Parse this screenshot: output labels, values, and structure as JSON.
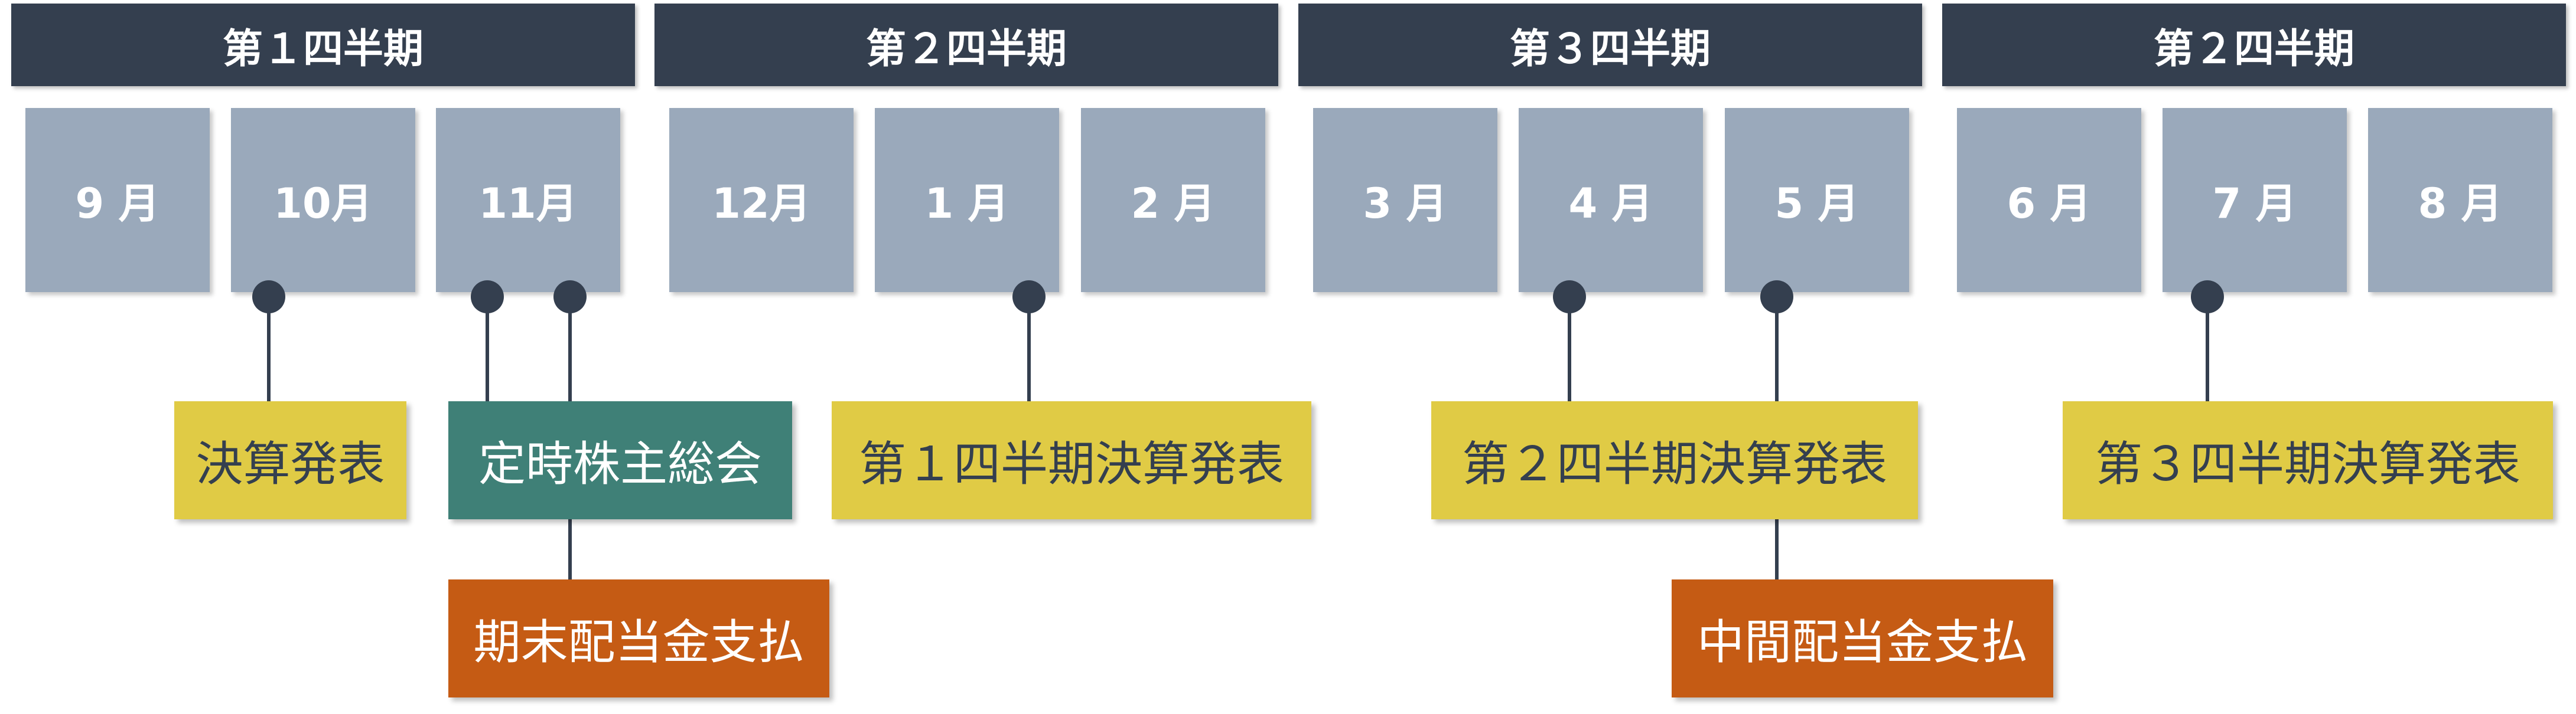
{
  "quarters": [
    {
      "label": "第１四半期"
    },
    {
      "label": "第２四半期"
    },
    {
      "label": "第３四半期"
    },
    {
      "label": "第２四半期"
    }
  ],
  "months": [
    {
      "label": "9 月"
    },
    {
      "label": "10月"
    },
    {
      "label": "11月"
    },
    {
      "label": "12月"
    },
    {
      "label": "1 月"
    },
    {
      "label": "2 月"
    },
    {
      "label": "3 月"
    },
    {
      "label": "4 月"
    },
    {
      "label": "5 月"
    },
    {
      "label": "6 月"
    },
    {
      "label": "7 月"
    },
    {
      "label": "8 月"
    }
  ],
  "events": [
    {
      "label": "決算発表"
    },
    {
      "label": "定時株主総会"
    },
    {
      "label": "期末配当金支払"
    },
    {
      "label": "第１四半期決算発表"
    },
    {
      "label": "第２四半期決算発表"
    },
    {
      "label": "中間配当金支払"
    },
    {
      "label": "第３四半期決算発表"
    }
  ],
  "colors": {
    "quarter_bg": "#343f4f",
    "month_bg": "#9aa9bb",
    "event_yellow": "#e0cb45",
    "event_teal": "#3f8077",
    "event_orange": "#c55b14",
    "connector": "#343f4f"
  }
}
